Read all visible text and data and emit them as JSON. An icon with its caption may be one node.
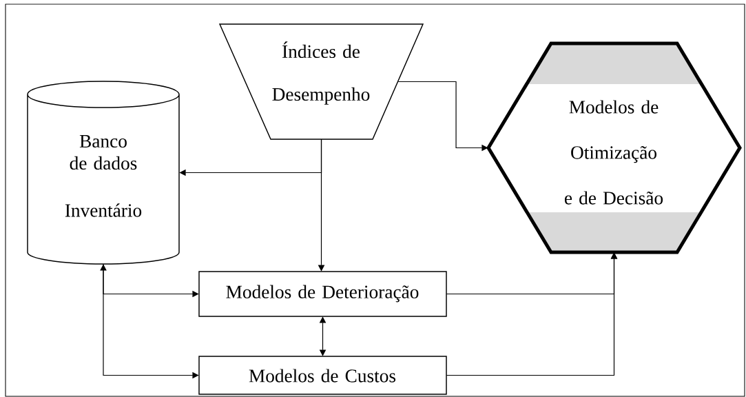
{
  "diagram": {
    "nodes": [
      {
        "text": [
          "Índices de Desempenho"
        ]
      },
      {
        "text": [
          "Banco de dados",
          "Inventário"
        ]
      },
      {
        "text": [
          "Modelos de Otimização e de Decisão"
        ]
      },
      {
        "text": [
          "Modelos de Deterioração"
        ]
      },
      {
        "text": [
          "Modelos de Custos"
        ]
      }
    ],
    "edges": [
      {
        "from": 0,
        "to": 2,
        "arrow": "to"
      },
      {
        "from": 0,
        "to": 1,
        "arrow": "to"
      },
      {
        "from": 0,
        "to": 3,
        "arrow": "to"
      },
      {
        "from": 1,
        "to": 3,
        "arrow": "both"
      },
      {
        "from": 1,
        "to": 4,
        "arrow": "to"
      },
      {
        "from": 3,
        "to": 4,
        "arrow": "both"
      },
      {
        "from": 3,
        "to": 2,
        "arrow": "to"
      },
      {
        "from": 4,
        "to": 2,
        "arrow": "to"
      }
    ]
  }
}
